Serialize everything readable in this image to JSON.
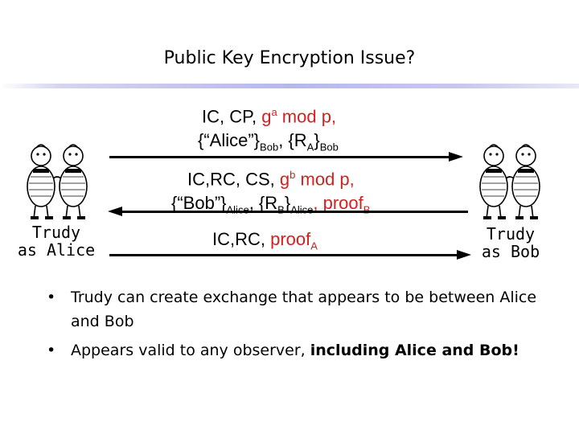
{
  "title": "Public Key Encryption Issue?",
  "messages": {
    "m1": {
      "line1_pre": "IC, CP, ",
      "line1_red": "g",
      "line1_sup": "a",
      "line1_post": " mod p,",
      "line2_a": "{“Alice”}",
      "line2_sub1": "Bob",
      "line2_b": ", {R",
      "line2_sub2": "A",
      "line2_c": "}",
      "line2_sub3": "Bob"
    },
    "m2": {
      "line1_pre": "IC,RC, CS, ",
      "line1_red": "g",
      "line1_sup": "b",
      "line1_post": " mod p,",
      "line2_a": "{“Bob”}",
      "line2_sub1": "Alice",
      "line2_b": ", {R",
      "line2_sub2": "B",
      "line2_c": "}",
      "line2_sub3": "Alice",
      "line2_d": ", proof",
      "line2_sub4": "B"
    },
    "m3": {
      "pre": "IC,RC, ",
      "red": "proof",
      "sub": "A"
    }
  },
  "left_party": {
    "line1": "Trudy",
    "line2": "as Alice"
  },
  "right_party": {
    "line1": "Trudy",
    "line2": "as Bob"
  },
  "bullets": [
    {
      "text": "Trudy can create exchange that appears to be between Alice and Bob"
    },
    {
      "pre": "Appears valid to any observer, ",
      "bold": "including Alice and Bob!"
    }
  ],
  "bullet_symbol": "•",
  "colors": {
    "accent_red": "#d42020",
    "rule": "#b8b8e8"
  },
  "icons": [
    "tweedle-left-image",
    "tweedle-right-image"
  ]
}
